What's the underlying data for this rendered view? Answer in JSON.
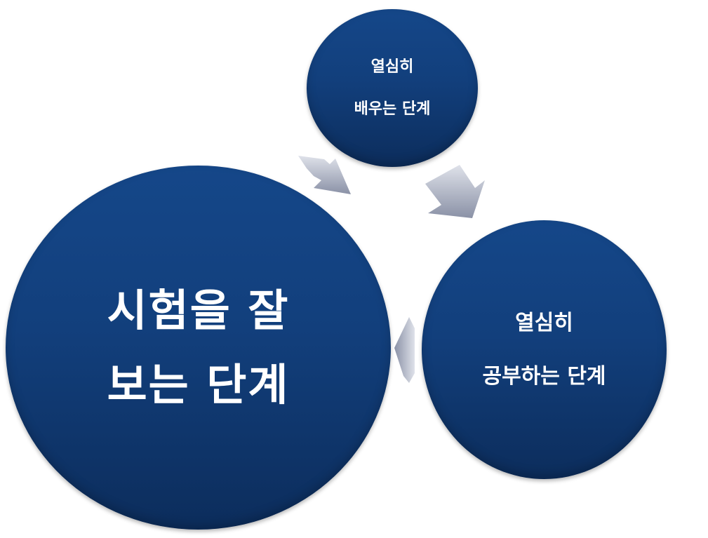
{
  "diagram": {
    "nodes": [
      {
        "id": "learn",
        "lines": [
          "열심히",
          "배우는 단계"
        ]
      },
      {
        "id": "study",
        "lines": [
          "열심히",
          "공부하는 단계"
        ]
      },
      {
        "id": "exam",
        "lines": [
          "시험을 잘",
          "보는 단계"
        ]
      }
    ],
    "edges": [
      {
        "from": "learn",
        "to": "study"
      },
      {
        "from": "study",
        "to": "exam"
      },
      {
        "from": "exam",
        "to": "learn"
      }
    ],
    "colors": {
      "circle_top": "#154789",
      "circle_bottom": "#0c2d5c",
      "text": "#ffffff",
      "arrow_light": "#d9dce6",
      "arrow_dark": "#8d94a8"
    }
  }
}
